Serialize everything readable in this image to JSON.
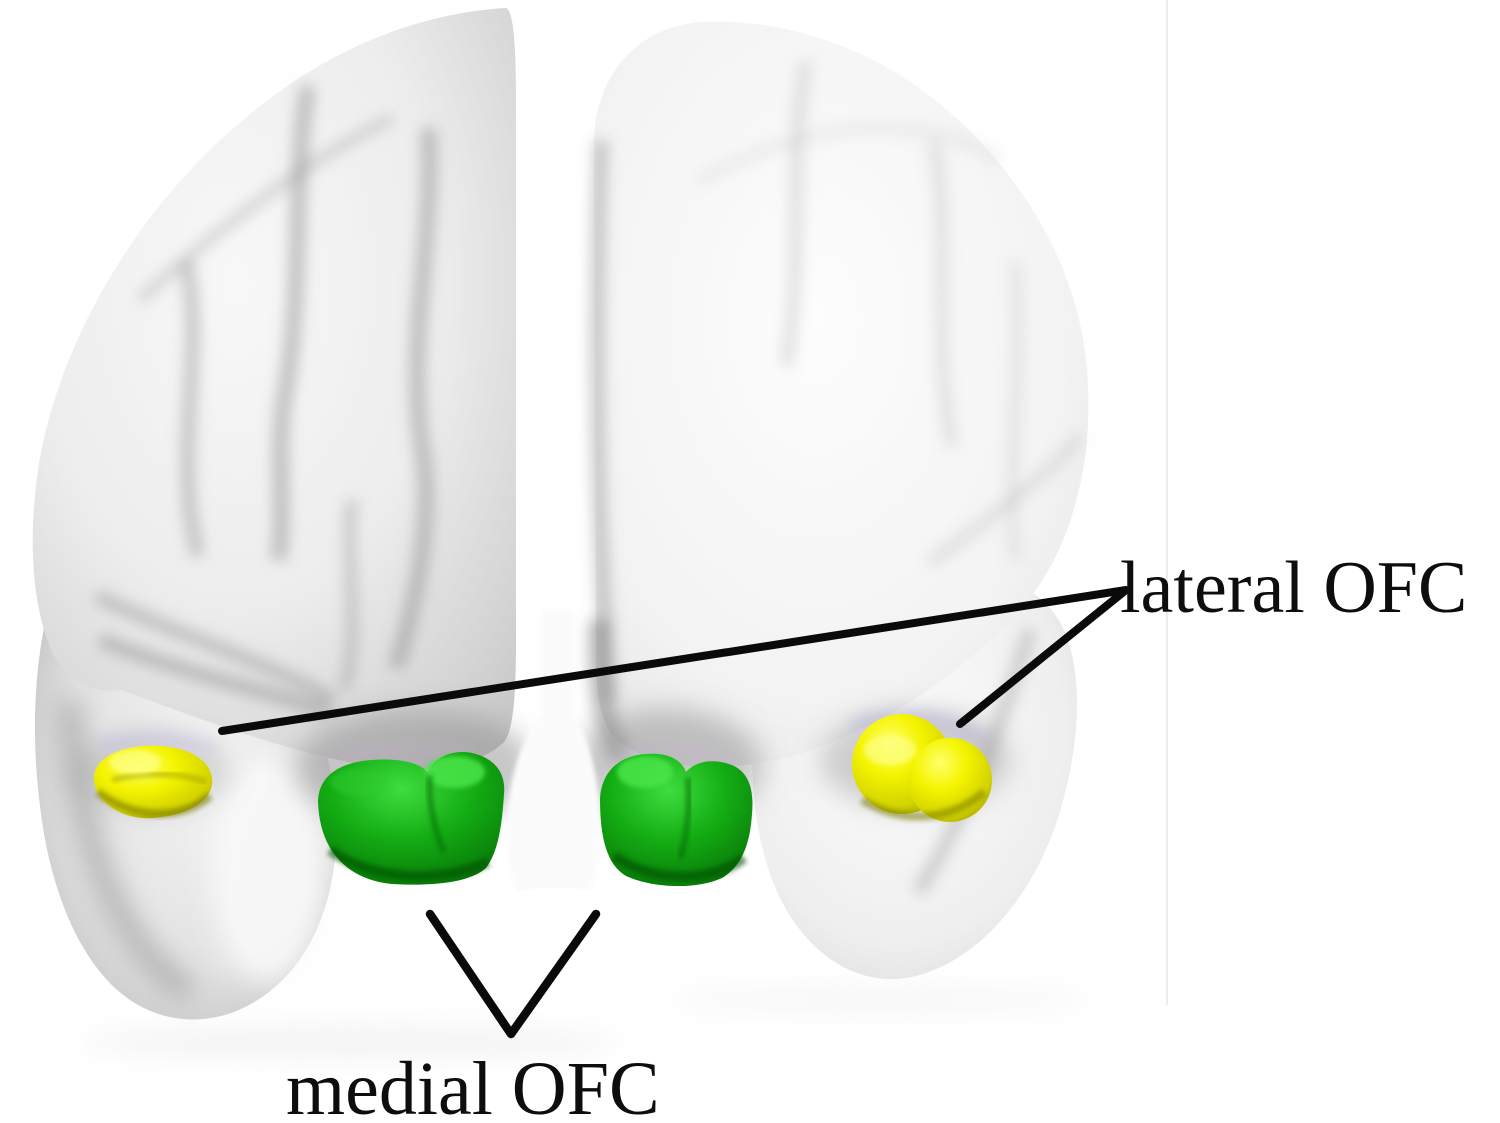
{
  "figure": {
    "type": "brain-anatomy-figure",
    "view": "frontal 3D brain render",
    "background_color": "#ffffff",
    "brain_surface_color": "#e9e9e9",
    "annotation_line_color": "#000000",
    "labels": {
      "lateral_ofc": "lateral OFC",
      "medial_ofc": "medial OFC"
    },
    "regions": [
      {
        "name": "lateral OFC",
        "color": "#e8e000",
        "side": "bilateral",
        "marker": "yellow blob"
      },
      {
        "name": "medial OFC",
        "color": "#0c9a0c",
        "side": "bilateral",
        "marker": "green blob"
      }
    ],
    "annotations": [
      {
        "label": "lateral OFC",
        "style": "two converging pointer lines to left and right yellow regions"
      },
      {
        "label": "medial OFC",
        "style": "V-shaped pointer lines to left and right green regions"
      }
    ]
  }
}
